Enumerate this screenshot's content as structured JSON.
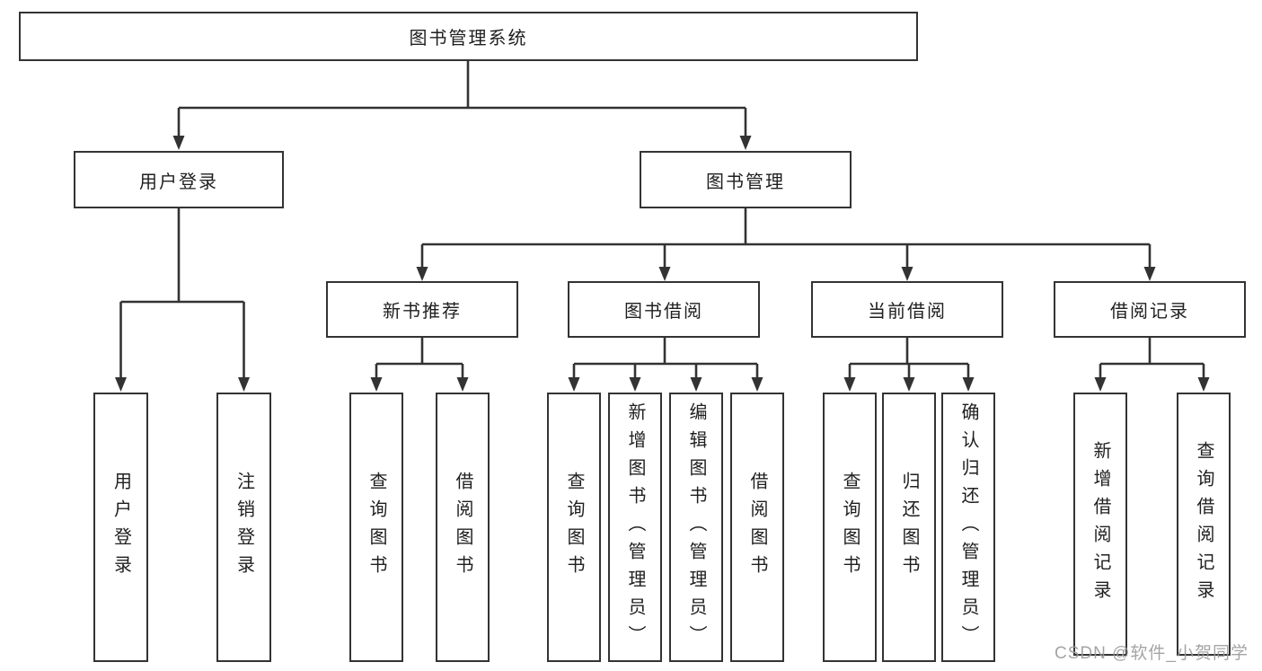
{
  "diagram": {
    "nodes": {
      "root": "图书管理系统",
      "user_login": "用户登录",
      "book_mgmt": "图书管理",
      "new_books": "新书推荐",
      "book_borrow": "图书借阅",
      "current_borrow": "当前借阅",
      "borrow_records": "借阅记录"
    },
    "leaves": {
      "user_login": [
        "用户登录",
        "注销登录"
      ],
      "new_books": [
        "查询图书",
        "借阅图书"
      ],
      "book_borrow": [
        "查询图书",
        "新增图书（管理员）",
        "编辑图书（管理员）",
        "借阅图书"
      ],
      "current_borrow": [
        "查询图书",
        "归还图书",
        "确认归还（管理员）"
      ],
      "borrow_records": [
        "新增借阅记录",
        "查询借阅记录"
      ]
    },
    "colors": {
      "line": "#333333",
      "box_border": "#333333",
      "text": "#1f1f1f",
      "watermark": "#9b9b9b",
      "background": "#ffffff"
    }
  },
  "watermark": "CSDN @软件_小贺同学"
}
